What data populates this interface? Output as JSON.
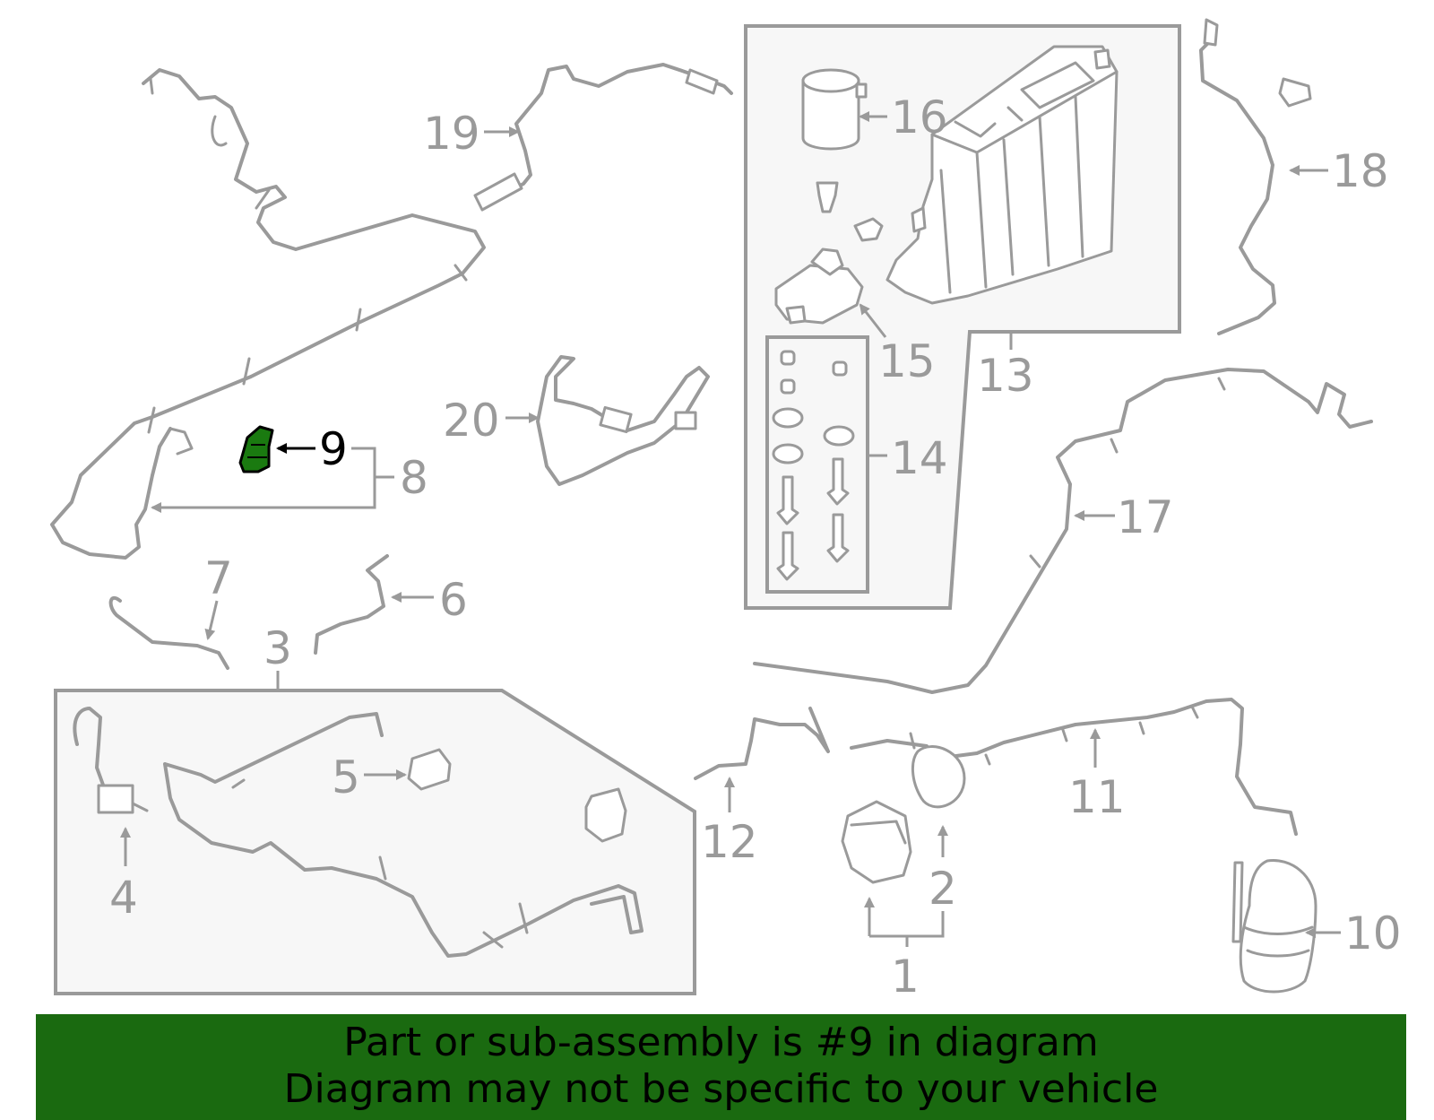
{
  "callouts": {
    "c1": "1",
    "c2": "2",
    "c3": "3",
    "c4": "4",
    "c5": "5",
    "c6": "6",
    "c7": "7",
    "c8": "8",
    "c9": "9",
    "c10": "10",
    "c11": "11",
    "c12": "12",
    "c13": "13",
    "c14": "14",
    "c15": "15",
    "c16": "16",
    "c17": "17",
    "c18": "18",
    "c19": "19",
    "c20": "20"
  },
  "highlighted_part": "9",
  "colors": {
    "highlight_fill": "#1a7a10",
    "banner_bg": "#1a6a10",
    "line_gray": "#9a9a9a"
  },
  "banner": {
    "line1": "Part or sub-assembly is #9 in diagram",
    "line2": "Diagram may not be specific to your vehicle"
  }
}
